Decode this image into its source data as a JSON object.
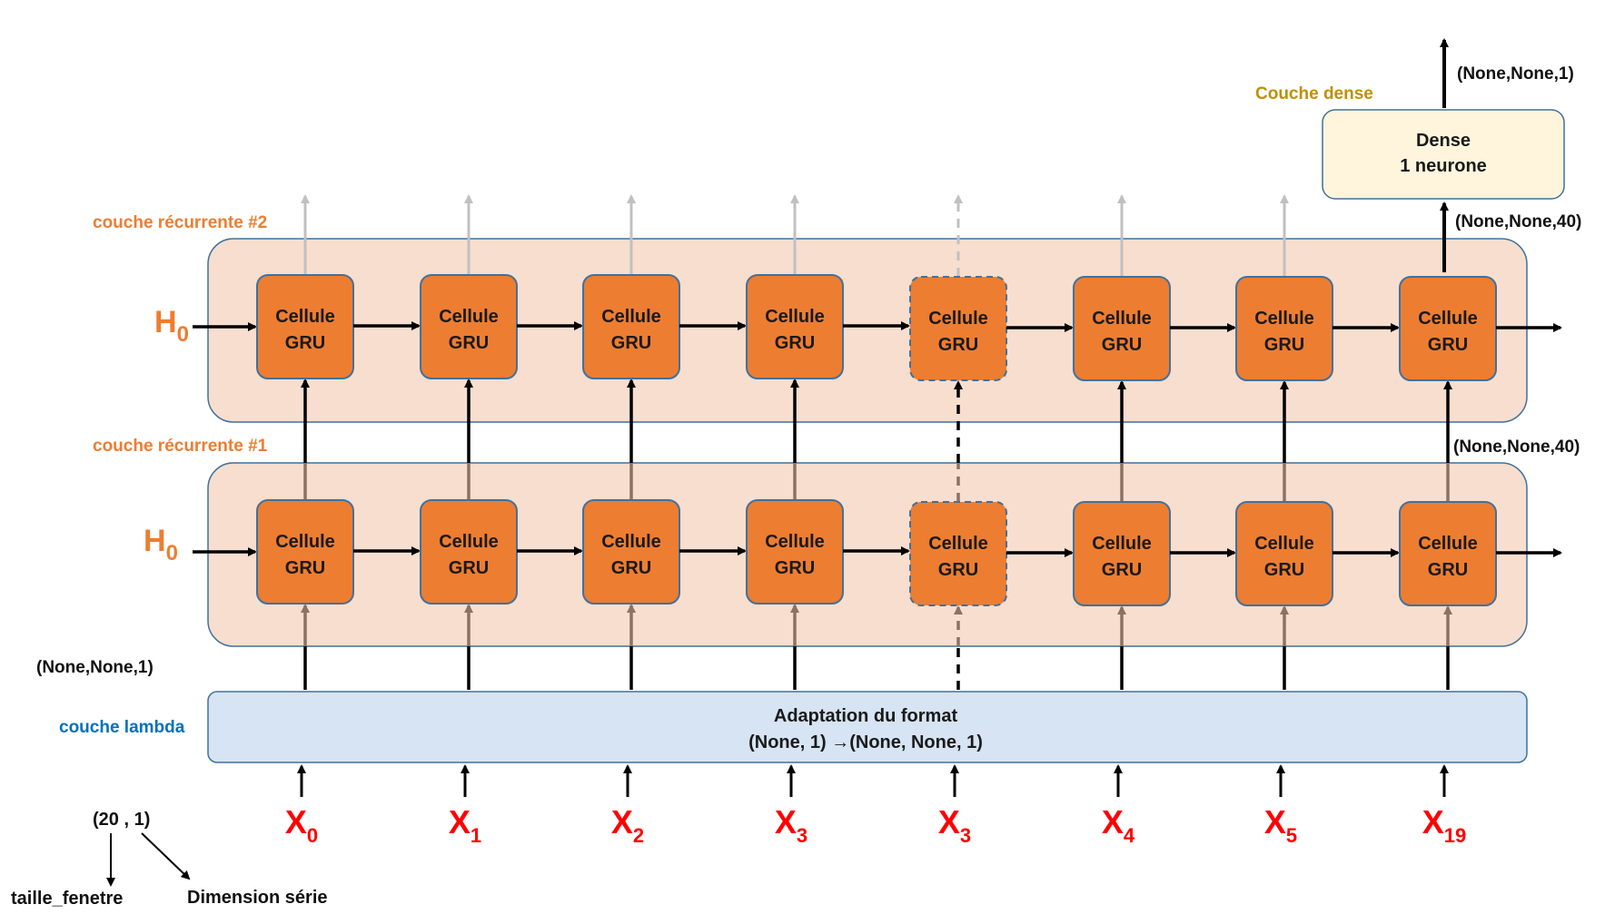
{
  "colors": {
    "cell_fill": "#ED7D31",
    "cell_stroke": "#41719C",
    "layer_fill": "#F8DECE",
    "layer_stroke": "#41719C",
    "lambda_fill": "#D6E4F3",
    "dense_fill": "#FEF5DC",
    "orange_label": "#ED7D31",
    "blue_label": "#0070C0",
    "gold_label": "#BF9000",
    "input_red": "#FF0000",
    "faded_arrow": "#C0C0C0",
    "through_arrow": "#8B7265"
  },
  "cell": {
    "line1": "Cellule",
    "line2": "GRU"
  },
  "layers": {
    "rec2": {
      "label": "couche récurrente #2",
      "h0": "H",
      "h0_sub": "0"
    },
    "rec1": {
      "label": "couche récurrente #1",
      "h0": "H",
      "h0_sub": "0"
    }
  },
  "lambda": {
    "label": "couche lambda",
    "title": "Adaptation du format",
    "shape_from": "(None, 1)",
    "shape_arrow": "→",
    "shape_to": "(None, None, 1)"
  },
  "dense": {
    "label": "Couche dense",
    "line1": "Dense",
    "line2": "1 neurone",
    "output_shape": "(None,None,1)"
  },
  "shapes": {
    "lambda_out": "(None,None,1)",
    "rec1_out": "(None,None,40)",
    "rec2_out": "(None,None,40)"
  },
  "inputs": [
    {
      "base": "X",
      "sub": "0"
    },
    {
      "base": "X",
      "sub": "1"
    },
    {
      "base": "X",
      "sub": "2"
    },
    {
      "base": "X",
      "sub": "3"
    },
    {
      "base": "X",
      "sub": "3"
    },
    {
      "base": "X",
      "sub": "4"
    },
    {
      "base": "X",
      "sub": "5"
    },
    {
      "base": "X",
      "sub": "19"
    }
  ],
  "legend": {
    "tuple": "(20 , 1)",
    "left": "taille_fenetre",
    "right": "Dimension série"
  }
}
